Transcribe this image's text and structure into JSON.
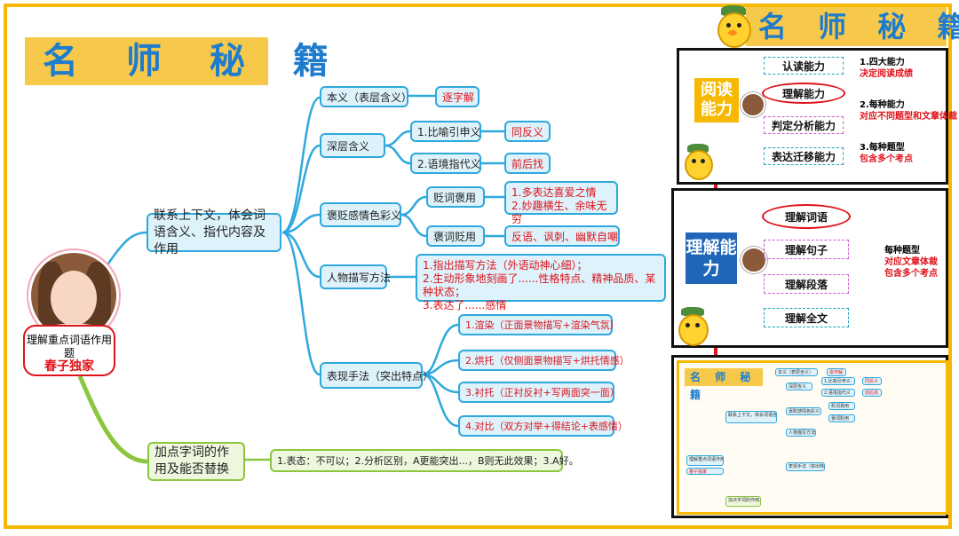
{
  "header": {
    "title": "名 师 秘 籍",
    "corner_title": "名 师 秘 籍"
  },
  "mindmap": {
    "root": {
      "label": "理解重点词语作用题",
      "sub": "春子独家"
    },
    "branch1": {
      "label": "联系上下文，体会词语含义、指代内容及作用"
    },
    "branch2": {
      "label": "加点字词的作用及能否替换",
      "answer": "1.表态：不可以；2.分析区别，A更能突出...，B则无此效果；3.A好。"
    },
    "items": {
      "benyi": {
        "label": "本义（表层含义）",
        "answer": "逐字解"
      },
      "shenceng": {
        "label": "深层含义",
        "sub1": "1.比喻引申义",
        "sub1_answer": "同反义",
        "sub2": "2.语境指代义",
        "sub2_answer": "前后找"
      },
      "baobian": {
        "label": "褒贬感情色彩义",
        "sub1": "贬词褒用",
        "sub1_answer": [
          "1.多表达喜爱之情",
          "2.妙趣横生、余味无穷"
        ],
        "sub2": "褒词贬用",
        "sub2_answer": "反语、讽刺、幽默自嘲"
      },
      "renwu": {
        "label": "人物描写方法",
        "answer": [
          "1.指出描写方法（外语动神心细）；",
          "2.生动形象地刻画了......性格特点、精神品质、某种状态；",
          "3.表达了......感情"
        ]
      },
      "biaoxian": {
        "label": "表现手法（突出特点）",
        "subs": [
          "1.渲染（正面景物描写+渲染气氛）",
          "2.烘托（仅侧面景物描写+烘托情感）",
          "3.衬托（正衬反衬+写两面突一面）",
          "4.对比（双方对举+得结论+表感情）"
        ]
      }
    }
  },
  "panel_reading": {
    "side": "阅读能力",
    "nodes": [
      "认读能力",
      "理解能力",
      "判定分析能力",
      "表达迁移能力"
    ],
    "notes": [
      {
        "head": "1.四大能力",
        "red": "决定阅读成绩"
      },
      {
        "head": "2.每种能力",
        "red": "对应不同题型和文章体裁"
      },
      {
        "head": "3.每种题型",
        "red": "包含多个考点"
      }
    ]
  },
  "panel_understanding": {
    "side": "理解能力",
    "nodes": [
      "理解词语",
      "理解句子",
      "理解段落",
      "理解全文"
    ],
    "note": {
      "head": "每种题型",
      "red1": "对应文章体裁",
      "red2": "包含多个考点"
    }
  },
  "mini_map": {
    "title": "名 师 秘 籍",
    "texts": [
      "本义（表层含义）",
      "逐字解",
      "深层含义",
      "1.比喻引申义",
      "同反义",
      "2.语境指代义",
      "前后找",
      "褒贬感情色彩义",
      "贬词褒用",
      "褒词贬用",
      "人物描写方法",
      "表现手法（突出特点）",
      "联系上下文，体会词语含义、指代内容及作用",
      "理解重点词语作用题",
      "春子独家",
      "加点字词的作用及能否替换"
    ]
  },
  "colors": {
    "frame": "#f6b800",
    "node_border": "#2fa8de",
    "node_fill": "#ddf2fb",
    "accent_red": "#e0121a",
    "title_blue": "#1f7ccc",
    "green_branch": "#8cc63f"
  }
}
